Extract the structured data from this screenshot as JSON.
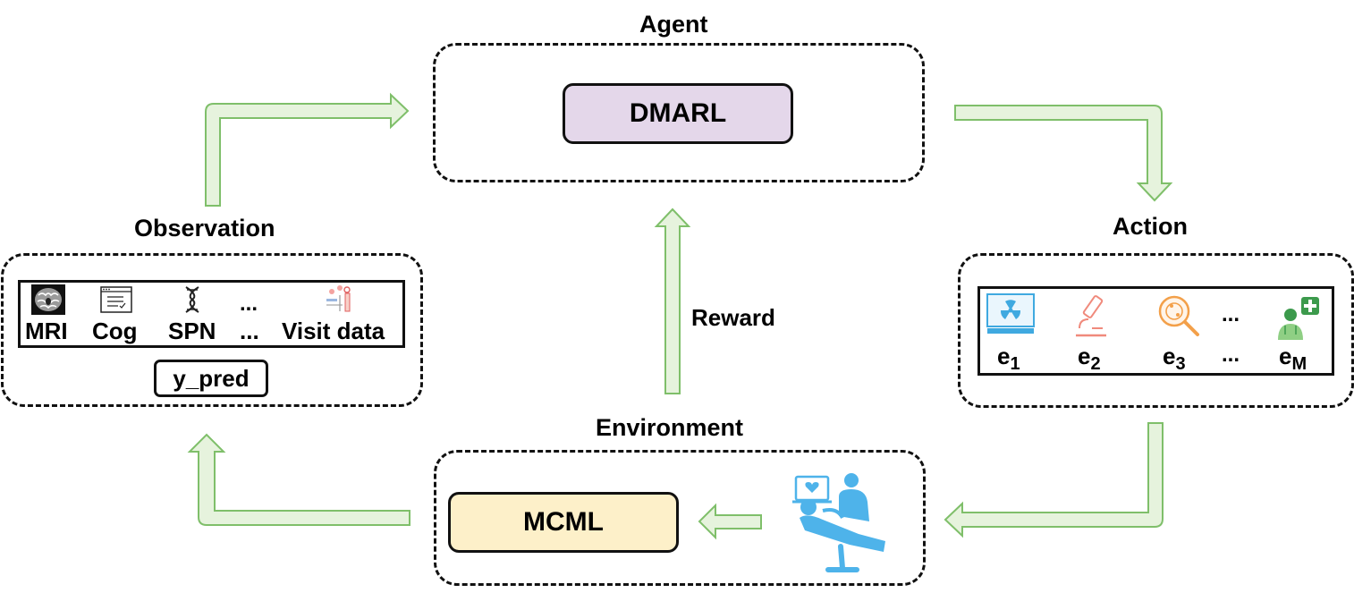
{
  "agent": {
    "title": "Agent",
    "model": "DMARL",
    "model_fill": "#e4d7ea"
  },
  "environment": {
    "title": "Environment",
    "model": "MCML",
    "model_fill": "#fdf0c9"
  },
  "observation": {
    "title": "Observation",
    "items": [
      "MRI",
      "Cog",
      "SPN",
      "...",
      "Visit data"
    ],
    "ellipsis_top": "...",
    "prediction": "y_pred"
  },
  "action": {
    "title": "Action",
    "experts": [
      {
        "base": "e",
        "sub": "1"
      },
      {
        "base": "e",
        "sub": "2"
      },
      {
        "base": "e",
        "sub": "3"
      },
      {
        "base": "e",
        "sub": "M"
      }
    ],
    "ellipsis_top": "...",
    "ellipsis_bottom": "..."
  },
  "reward": {
    "label": "Reward"
  },
  "colors": {
    "arrow_fill": "#e6f3dd",
    "arrow_stroke": "#7fbf6a"
  },
  "icons": [
    "brain-mri-icon",
    "cognitive-test-icon",
    "dna-icon",
    "visit-data-icon",
    "radiation-monitor-icon",
    "microscope-icon",
    "magnifier-icon",
    "doctor-plus-icon",
    "patient-doctor-icon"
  ]
}
